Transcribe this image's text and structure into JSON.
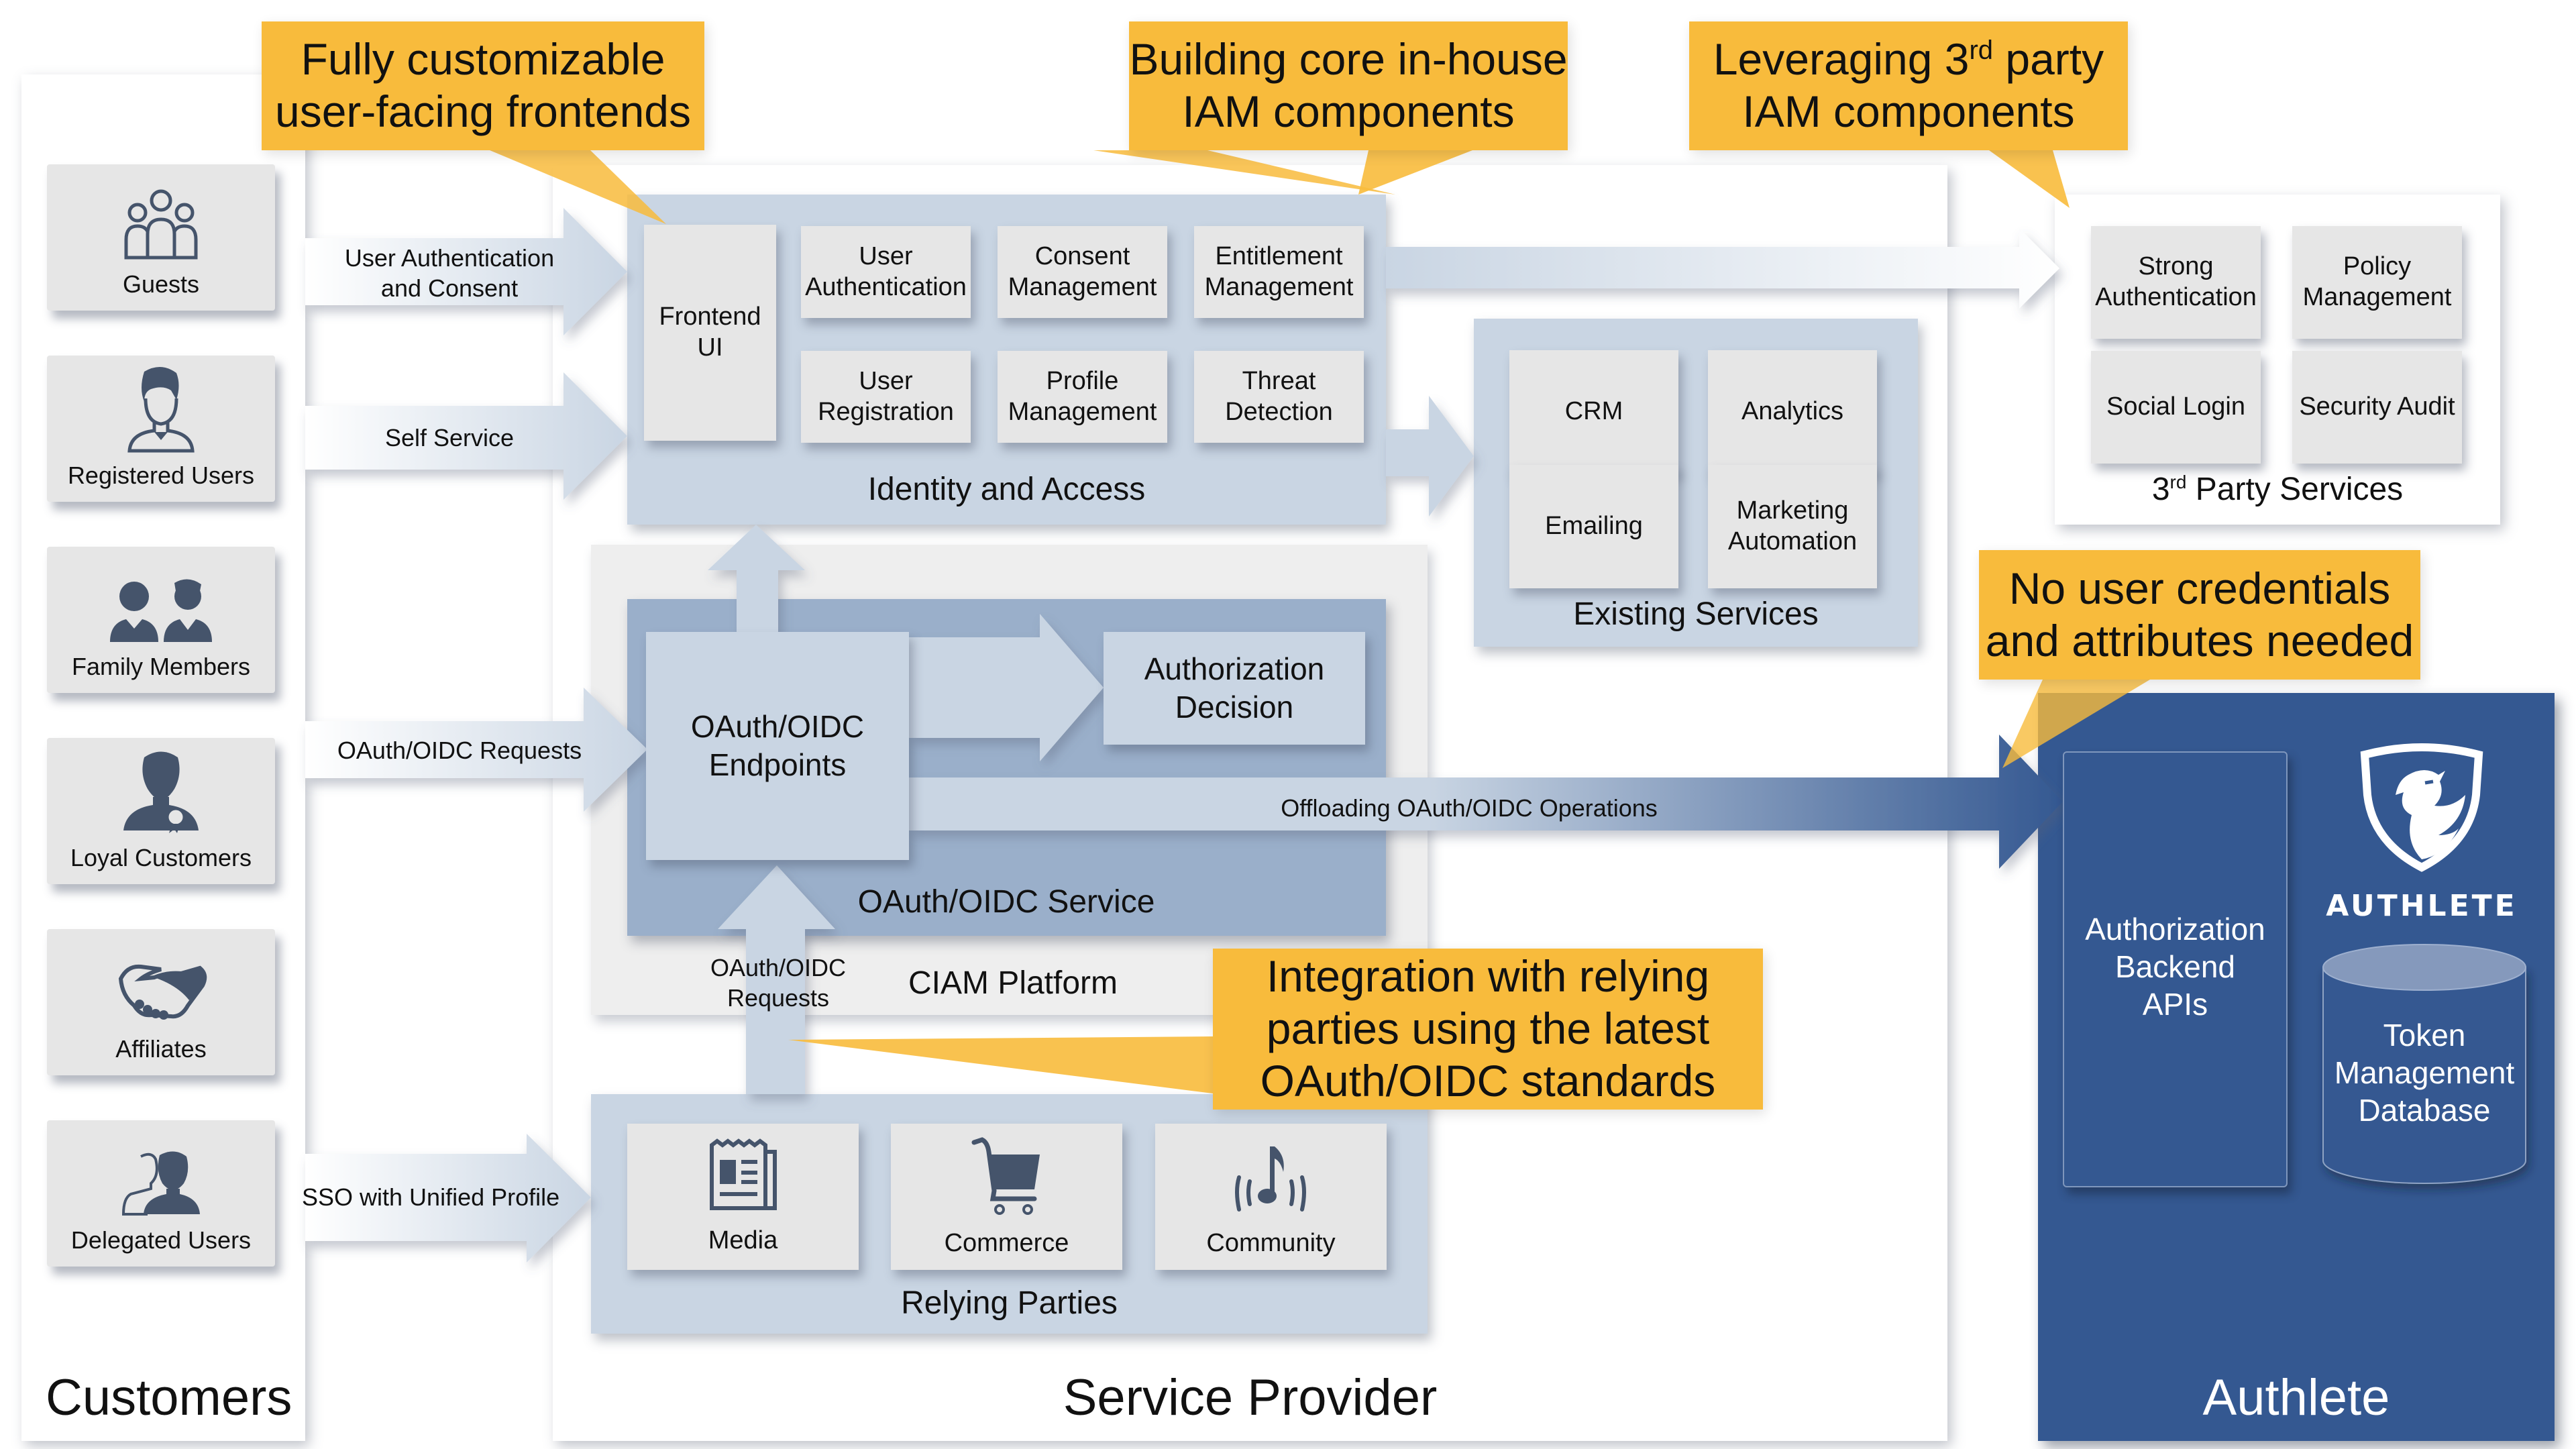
{
  "callouts": {
    "frontends": [
      "Fully customizable",
      "user-facing frontends"
    ],
    "inhouse": [
      "Building core in-house",
      "IAM components"
    ],
    "third_party": [
      "Leveraging 3",
      "rd",
      " party",
      "IAM components"
    ],
    "no_credentials": [
      "No user credentials",
      "and attributes needed"
    ],
    "integration": [
      "Integration with relying",
      "parties using the latest",
      "OAuth/OIDC standards"
    ]
  },
  "customers": {
    "title": "Customers",
    "items": [
      {
        "label": "Guests",
        "icon": "group-icon"
      },
      {
        "label": "Registered Users",
        "icon": "user-icon"
      },
      {
        "label": "Family Members",
        "icon": "family-icon"
      },
      {
        "label": "Loyal Customers",
        "icon": "loyal-customer-icon"
      },
      {
        "label": "Affiliates",
        "icon": "handshake-icon"
      },
      {
        "label": "Delegated Users",
        "icon": "delegated-users-icon"
      }
    ]
  },
  "flows": {
    "user_auth": [
      "User Authentication",
      "and Consent"
    ],
    "self_service": "Self Service",
    "oauth_requests": "OAuth/OIDC Requests",
    "sso": "SSO with Unified Profile",
    "rp_requests": [
      "OAuth/OIDC",
      "Requests"
    ],
    "offloading": "Offloading OAuth/OIDC Operations"
  },
  "service_provider": {
    "title": "Service Provider",
    "identity_access": {
      "title": "Identity and Access",
      "frontend": [
        "Frontend",
        "UI"
      ],
      "components": [
        [
          "User",
          "Authentication"
        ],
        [
          "Consent",
          "Management"
        ],
        [
          "Entitlement",
          "Management"
        ],
        [
          "User",
          "Registration"
        ],
        [
          "Profile",
          "Management"
        ],
        [
          "Threat",
          "Detection"
        ]
      ]
    },
    "ciam_platform": "CIAM Platform",
    "oauth_service": {
      "title": "OAuth/OIDC Service",
      "endpoints": [
        "OAuth/OIDC",
        "Endpoints"
      ],
      "decision": [
        "Authorization",
        "Decision"
      ]
    },
    "relying_parties": {
      "title": "Relying Parties",
      "items": [
        {
          "label": "Media",
          "icon": "newspaper-icon"
        },
        {
          "label": "Commerce",
          "icon": "cart-icon"
        },
        {
          "label": "Community",
          "icon": "music-icon"
        }
      ]
    },
    "existing_services": {
      "title": "Existing Services",
      "items": [
        [
          "CRM"
        ],
        [
          "Analytics"
        ],
        [
          "Emailing"
        ],
        [
          "Marketing",
          "Automation"
        ]
      ]
    }
  },
  "third_party": {
    "title_prefix": "3",
    "title_sup": "rd",
    "title_suffix": " Party Services",
    "items": [
      [
        "Strong",
        "Authentication"
      ],
      [
        "Policy",
        "Management"
      ],
      [
        "Social Login"
      ],
      [
        "Security Audit"
      ]
    ]
  },
  "authlete": {
    "title": "Authlete",
    "logo_text": "AUTHLETE",
    "backend": [
      "Authorization",
      "Backend",
      "APIs"
    ],
    "database": [
      "Token",
      "Management",
      "Database"
    ]
  },
  "colors": {
    "callout": "#f8bb3c",
    "authlete_blue": "#345891",
    "panel_blue": "#c9d5e3",
    "service_blue": "#9aafca",
    "tile_gray": "#e6e6e6",
    "icon_slate": "#45546b"
  }
}
